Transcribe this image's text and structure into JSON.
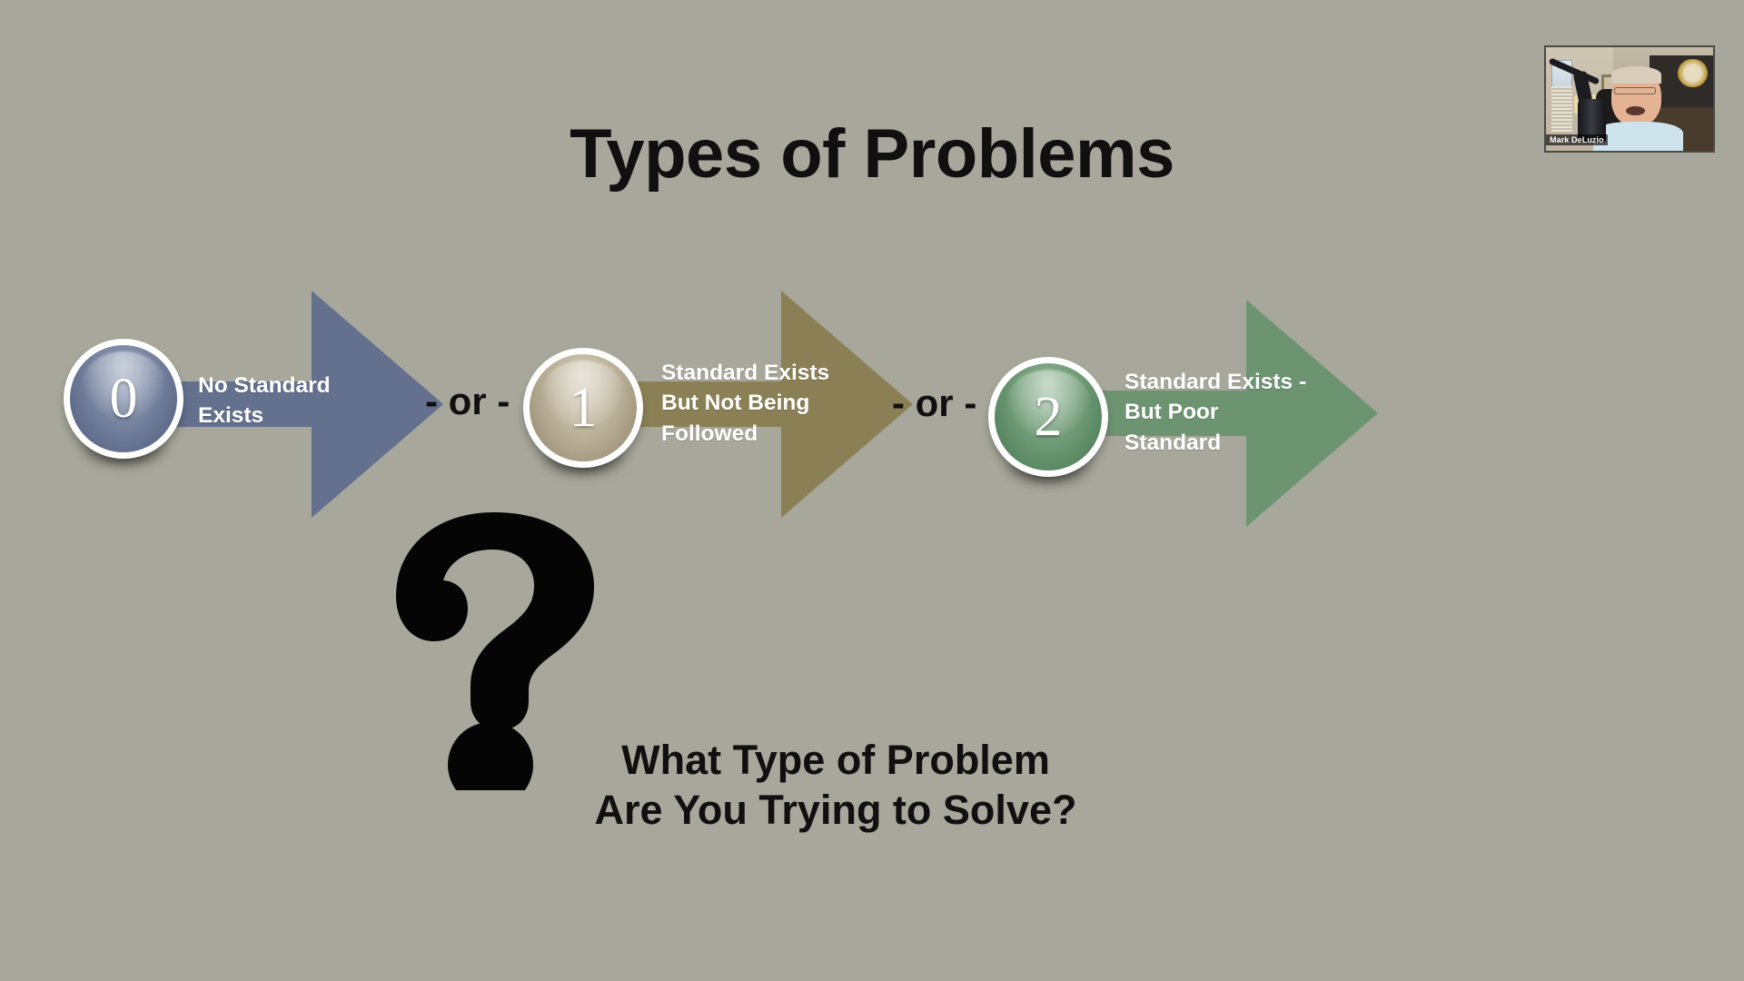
{
  "slide": {
    "title": "Types of Problems",
    "background_color": "#a8a79b",
    "bottom_question": "What Type of Problem\nAre You Trying to Solve?",
    "question_mark_icon": "question-mark-icon"
  },
  "separators": [
    {
      "label": "- or -"
    },
    {
      "label": "- or -"
    }
  ],
  "steps": [
    {
      "number": "0",
      "label": "No Standard\nExists",
      "arrow_color": "#63708e",
      "sphere_color": "#6d7a96"
    },
    {
      "number": "1",
      "label": "Standard Exists\nBut Not Being\nFollowed",
      "arrow_color": "#8b8055",
      "sphere_color": "#b5ab93"
    },
    {
      "number": "2",
      "label": "Standard Exists -\nBut Poor\nStandard",
      "arrow_color": "#6d9471",
      "sphere_color": "#5f8a68"
    }
  ],
  "webcam": {
    "participant_name": "Mark DeLuzio"
  }
}
